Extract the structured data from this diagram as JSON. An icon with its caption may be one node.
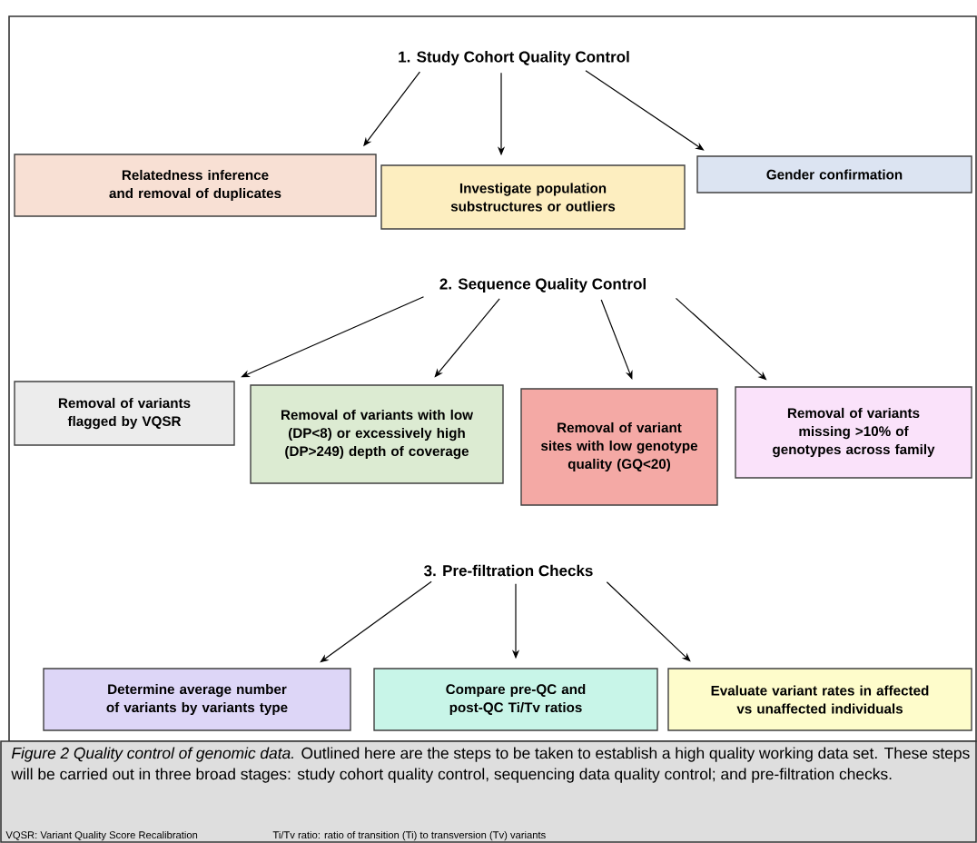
{
  "diagram": {
    "caption": "*Figure 2 Quality control of genomic data.* Outlined here are the steps to be taken to establish a high quality working data set. These steps will be carried out in three broad stages: study cohort quality control, sequencing data quality control; and pre-filtration checks.",
    "nodes": [
      {
        "text": [
          "1. Study Cohort Quality Control"
        ]
      },
      {
        "text": [
          "Relatedness inference and removal of duplicates"
        ]
      },
      {
        "text": [
          "Investigate population substructures or outliers"
        ]
      },
      {
        "text": [
          "Gender confirmation"
        ]
      },
      {
        "text": [
          "2. Sequence Quality Control"
        ]
      },
      {
        "text": [
          "Removal of variants flagged by VQSR"
        ]
      },
      {
        "text": [
          "Removal of variants with low (DP<8) or excessively high (DP>249) depth of coverage"
        ]
      },
      {
        "text": [
          "Removal of variant sites with low genotype quality (GQ<20)"
        ]
      },
      {
        "text": [
          "Removal of variants missing >10% of genotypes across family"
        ]
      },
      {
        "text": [
          "3. Pre-filtration Checks"
        ]
      },
      {
        "text": [
          "Determine average number of variants by variants type"
        ]
      },
      {
        "text": [
          "Compare pre-QC and post-QC Ti/Tv ratios"
        ]
      },
      {
        "text": [
          "Evaluate variant rates in affected vs unaffected individuals"
        ]
      }
    ],
    "edges": [
      {
        "from": 0,
        "to": 1,
        "arrow": "to"
      },
      {
        "from": 0,
        "to": 2,
        "arrow": "to"
      },
      {
        "from": 0,
        "to": 3,
        "arrow": "to"
      },
      {
        "from": 4,
        "to": 5,
        "arrow": "to"
      },
      {
        "from": 4,
        "to": 6,
        "arrow": "to"
      },
      {
        "from": 4,
        "to": 7,
        "arrow": "to"
      },
      {
        "from": 4,
        "to": 8,
        "arrow": "to"
      },
      {
        "from": 9,
        "to": 10,
        "arrow": "to"
      },
      {
        "from": 9,
        "to": 11,
        "arrow": "to"
      },
      {
        "from": 9,
        "to": 12,
        "arrow": "to"
      }
    ],
    "labels": [
      "VQSR: Variant Quality Score Recalibration",
      "Ti/Tv ratio: ratio of transition (Ti) to transversion (Tv) variants"
    ]
  }
}
